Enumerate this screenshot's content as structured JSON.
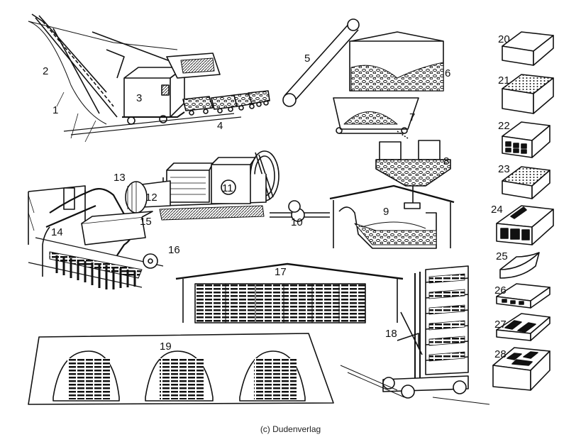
{
  "labels": [
    "1",
    "2",
    "3",
    "4",
    "5",
    "6",
    "7",
    "8",
    "9",
    "10",
    "11",
    "12",
    "13",
    "14",
    "15",
    "16",
    "17",
    "18",
    "19",
    "20",
    "21",
    "22",
    "23",
    "24",
    "25",
    "26",
    "27",
    "28"
  ],
  "credit": "(c) Dudenverlag"
}
